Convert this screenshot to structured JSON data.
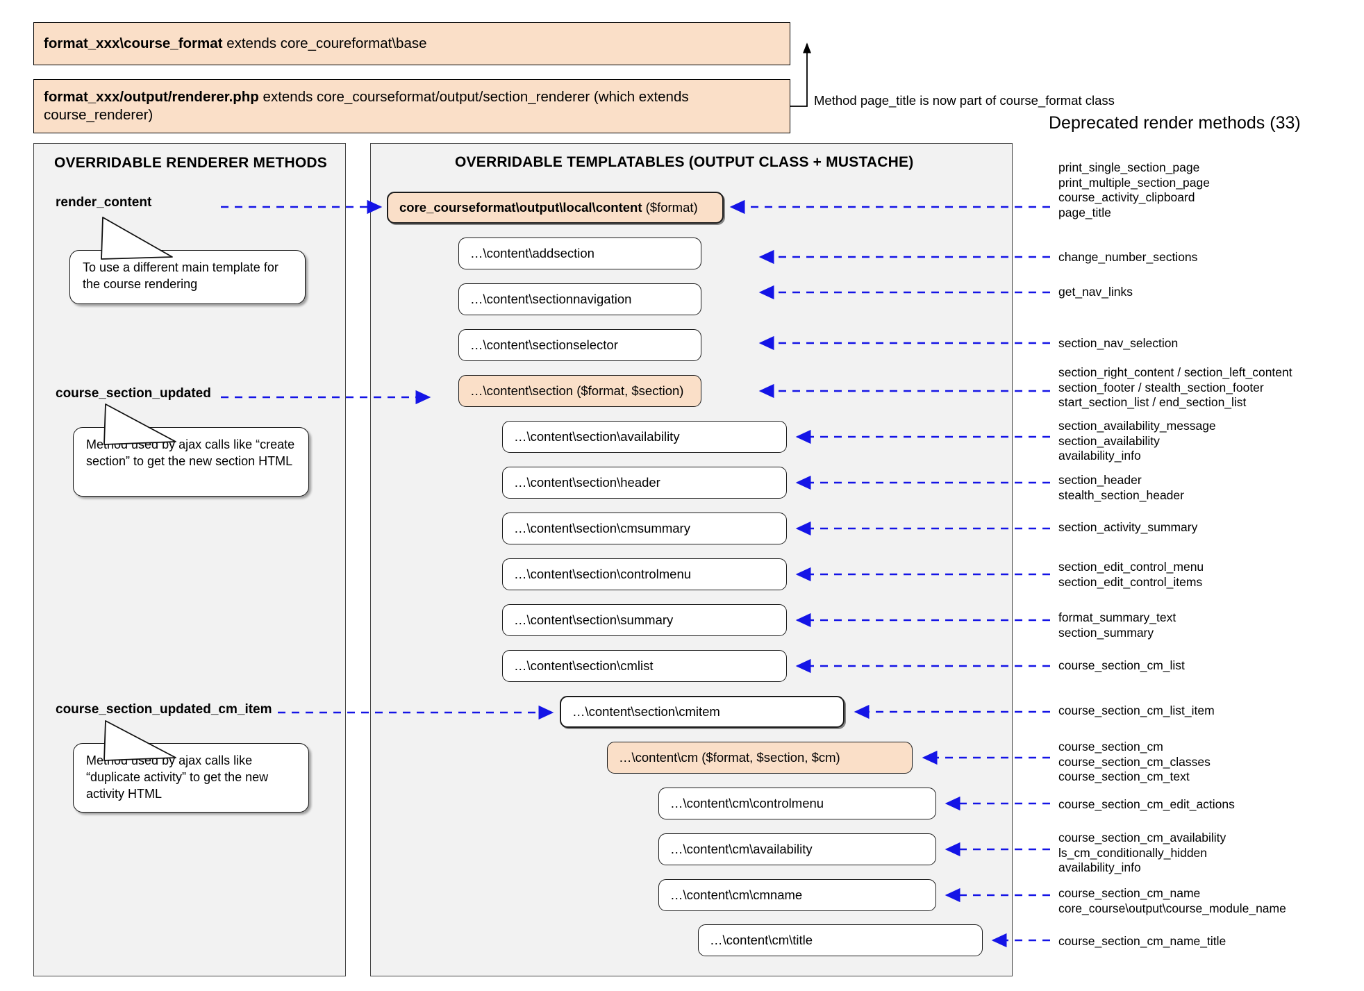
{
  "header": {
    "box1_bold": "format_xxx\\course_format",
    "box1_rest": " extends core_coureformat\\base",
    "box2_bold": "format_xxx/output/renderer.php",
    "box2_rest": " extends core_courseformat/output/section_renderer (which extends course_renderer)",
    "note": "Method page_title is now part of course_format class",
    "deprecated_title": "Deprecated render methods (33)"
  },
  "left_panel": {
    "title": "OVERRIDABLE RENDERER METHODS",
    "methods": [
      {
        "name": "render_content"
      },
      {
        "name": "course_section_updated"
      },
      {
        "name": "course_section_updated_cm_item"
      }
    ],
    "callouts": [
      {
        "text": "To use a different main template for the course rendering"
      },
      {
        "text": "Method used by ajax calls like “create section” to get the new section HTML"
      },
      {
        "text": "Method used by ajax calls like “duplicate activity” to get the new activity HTML"
      }
    ]
  },
  "center_panel": {
    "title": "OVERRIDABLE TEMPLATABLES (OUTPUT CLASS + MUSTACHE)",
    "boxes": [
      {
        "bold": "core_courseformat\\output\\local\\content",
        "rest": " ($format)",
        "accent": true,
        "strong": true
      },
      {
        "bold": "",
        "rest": "…\\content\\addsection",
        "accent": false,
        "strong": false
      },
      {
        "bold": "",
        "rest": "…\\content\\sectionnavigation",
        "accent": false,
        "strong": false
      },
      {
        "bold": "",
        "rest": "…\\content\\sectionselector",
        "accent": false,
        "strong": false
      },
      {
        "bold": "",
        "rest": "…\\content\\section ($format, $section)",
        "accent": true,
        "strong": false
      },
      {
        "bold": "",
        "rest": "…\\content\\section\\availability",
        "accent": false,
        "strong": false
      },
      {
        "bold": "",
        "rest": "…\\content\\section\\header",
        "accent": false,
        "strong": false
      },
      {
        "bold": "",
        "rest": "…\\content\\section\\cmsummary",
        "accent": false,
        "strong": false
      },
      {
        "bold": "",
        "rest": "…\\content\\section\\controlmenu",
        "accent": false,
        "strong": false
      },
      {
        "bold": "",
        "rest": "…\\content\\section\\summary",
        "accent": false,
        "strong": false
      },
      {
        "bold": "",
        "rest": "…\\content\\section\\cmlist",
        "accent": false,
        "strong": false
      },
      {
        "bold": "",
        "rest": "…\\content\\section\\cmitem",
        "accent": false,
        "strong": true
      },
      {
        "bold": "",
        "rest": "…\\content\\cm ($format, $section, $cm)",
        "accent": true,
        "strong": false
      },
      {
        "bold": "",
        "rest": "…\\content\\cm\\controlmenu",
        "accent": false,
        "strong": false
      },
      {
        "bold": "",
        "rest": "…\\content\\cm\\availability",
        "accent": false,
        "strong": false
      },
      {
        "bold": "",
        "rest": "…\\content\\cm\\cmname",
        "accent": false,
        "strong": false
      },
      {
        "bold": "",
        "rest": "…\\content\\cm\\title",
        "accent": false,
        "strong": false
      }
    ]
  },
  "deprecated_groups": [
    {
      "lines": [
        "print_single_section_page",
        "print_multiple_section_page",
        "course_activity_clipboard",
        "page_title"
      ]
    },
    {
      "lines": [
        "change_number_sections"
      ]
    },
    {
      "lines": [
        "get_nav_links"
      ]
    },
    {
      "lines": [
        "section_nav_selection"
      ]
    },
    {
      "lines": [
        "section_right_content / section_left_content",
        "section_footer / stealth_section_footer",
        "start_section_list / end_section_list"
      ]
    },
    {
      "lines": [
        "section_availability_message",
        "section_availability",
        "availability_info"
      ]
    },
    {
      "lines": [
        "section_header",
        "stealth_section_header"
      ]
    },
    {
      "lines": [
        "section_activity_summary"
      ]
    },
    {
      "lines": [
        "section_edit_control_menu",
        "section_edit_control_items"
      ]
    },
    {
      "lines": [
        "format_summary_text",
        "section_summary"
      ]
    },
    {
      "lines": [
        "course_section_cm_list"
      ]
    },
    {
      "lines": [
        "course_section_cm_list_item"
      ]
    },
    {
      "lines": [
        "course_section_cm",
        "course_section_cm_classes",
        "course_section_cm_text"
      ]
    },
    {
      "lines": [
        "course_section_cm_edit_actions"
      ]
    },
    {
      "lines": [
        "course_section_cm_availability",
        "ls_cm_conditionally_hidden",
        "availability_info"
      ]
    },
    {
      "lines": [
        "course_section_cm_name",
        "core_course\\output\\course_module_name"
      ]
    },
    {
      "lines": [
        "course_section_cm_name_title"
      ]
    }
  ],
  "colors": {
    "accent_fill": "#fadfc8",
    "panel_fill": "#f2f2f2",
    "arrow": "#1414e6",
    "border": "#1a1a1a"
  }
}
